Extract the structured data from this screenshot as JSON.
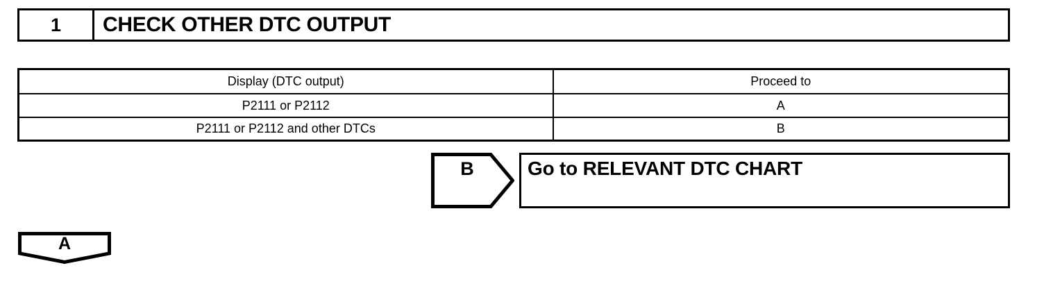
{
  "step_header": {
    "number": "1",
    "title": "CHECK OTHER DTC OUTPUT"
  },
  "result_table": {
    "columns": [
      "Display (DTC output)",
      "Proceed to"
    ],
    "rows": [
      {
        "display": "P2111 or P2112",
        "proceed_to": "A"
      },
      {
        "display": "P2111 or P2112 and other DTCs",
        "proceed_to": "B"
      }
    ]
  },
  "branch": {
    "label": "B",
    "instruction": "Go to RELEVANT DTC CHART"
  },
  "connector": {
    "label": "A"
  },
  "colors": {
    "ink": "#000000",
    "paper": "#ffffff"
  }
}
